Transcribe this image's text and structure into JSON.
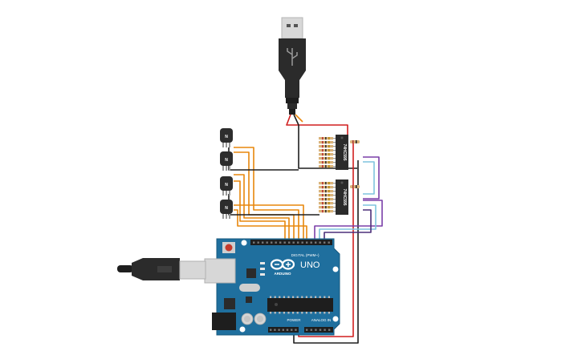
{
  "board": {
    "brand": "UNO",
    "maker": "ARDUINO",
    "digital_label": "DIGITAL (PWM~)",
    "power_label": "POWER",
    "analog_label": "ANALOG IN"
  },
  "chips": [
    {
      "label": "74HC595"
    },
    {
      "label": "74HC595"
    }
  ],
  "transistors": [
    {
      "label": "N"
    },
    {
      "label": "N"
    },
    {
      "label": "N"
    },
    {
      "label": "N"
    }
  ],
  "wire_colors": {
    "orange": "#e8870c",
    "black": "#1e1e1e",
    "red": "#d11f1f",
    "purple": "#7a3fa8",
    "light_blue": "#7fc4dd",
    "dark_purple": "#4b2f7a"
  },
  "board_color": "#1f6f9e"
}
